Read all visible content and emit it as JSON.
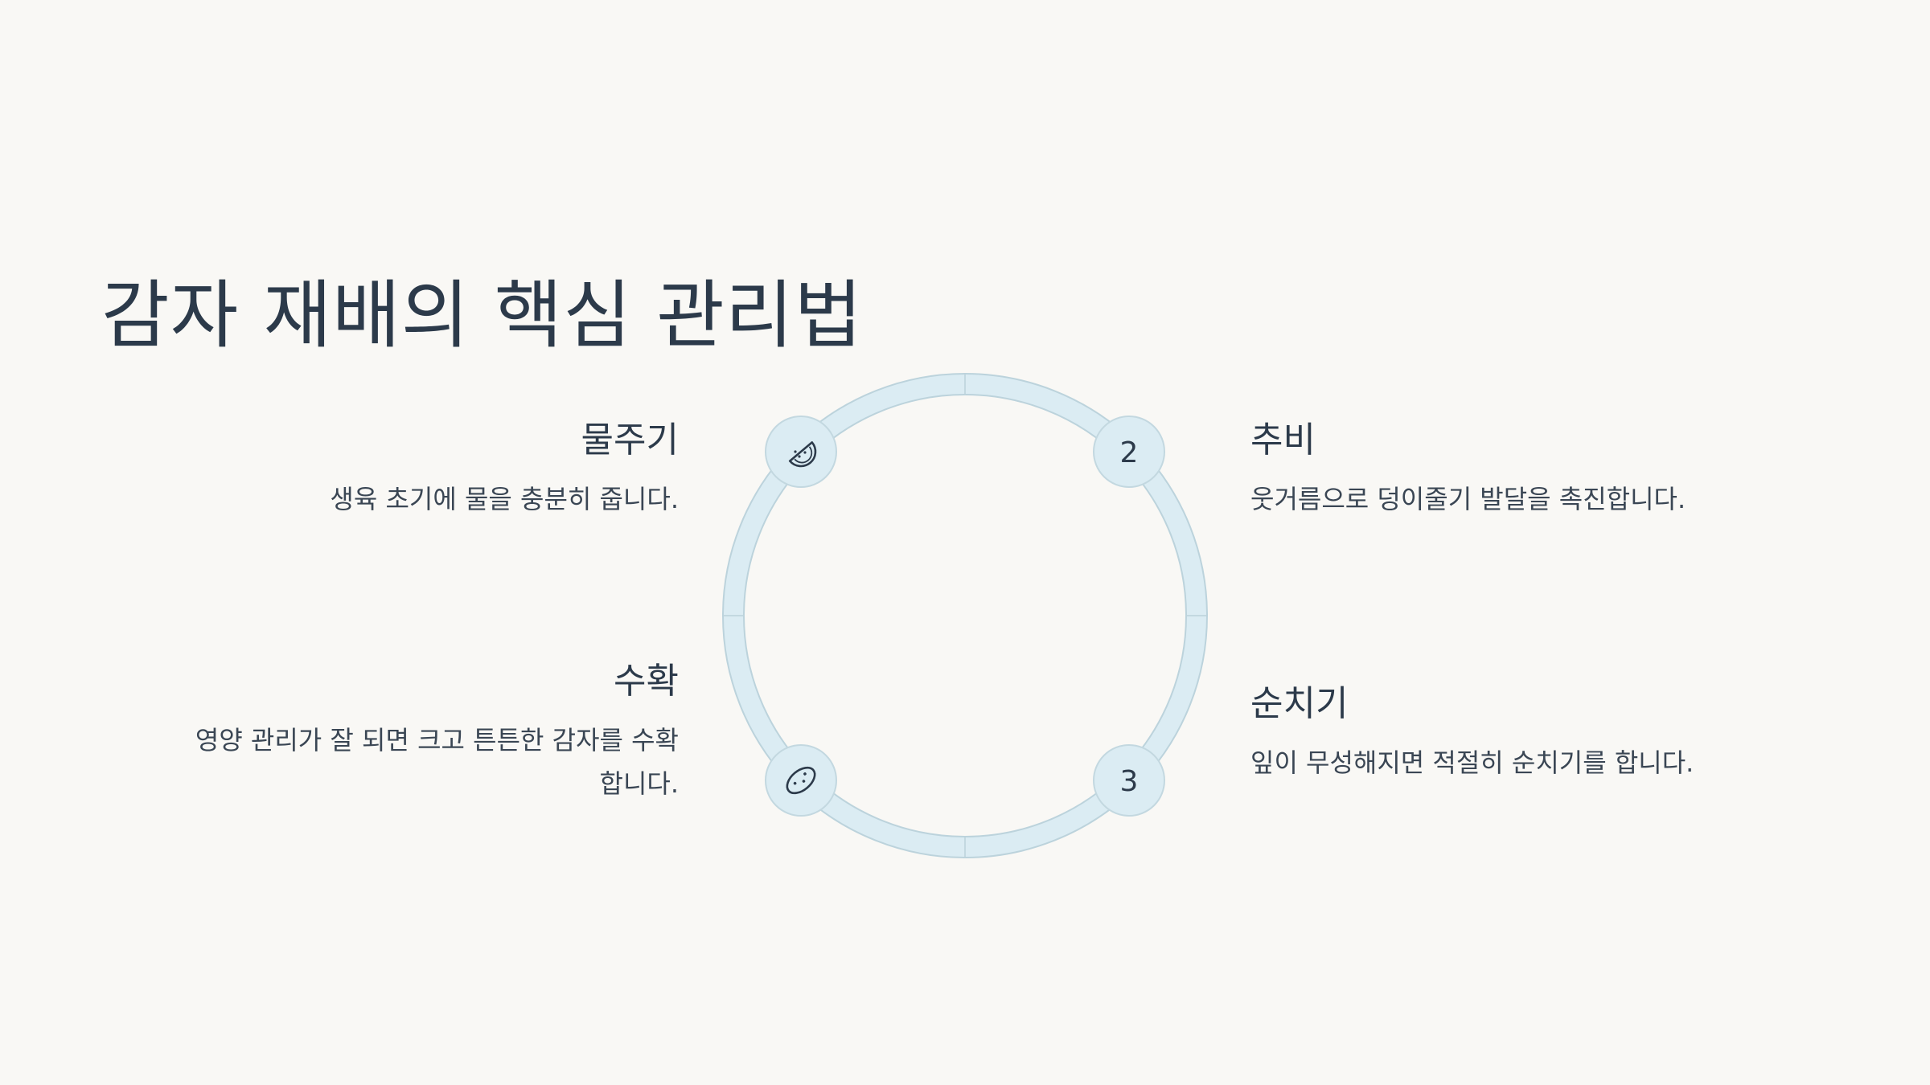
{
  "title": "감자 재배의 핵심 관리법",
  "colors": {
    "background": "#f9f8f5",
    "ring": "#dbecf3",
    "ring_edge": "#bcd3dc",
    "node_fill": "#dbecf3",
    "text": "#2c3a4a"
  },
  "cycle": {
    "nodes": [
      {
        "position": "top-left",
        "icon": "watermelon-icon"
      },
      {
        "position": "top-right",
        "label": "2"
      },
      {
        "position": "bottom-right",
        "label": "3"
      },
      {
        "position": "bottom-left",
        "icon": "potato-icon"
      }
    ]
  },
  "steps": [
    {
      "title": "물주기",
      "description": "생육 초기에 물을 충분히 줍니다."
    },
    {
      "title": "추비",
      "description": "웃거름으로 덩이줄기 발달을 촉진합니다."
    },
    {
      "title": "순치기",
      "description": "잎이 무성해지면 적절히 순치기를 합니다."
    },
    {
      "title": "수확",
      "description": "영양 관리가 잘 되면 크고 튼튼한 감자를 수확합니다."
    }
  ]
}
